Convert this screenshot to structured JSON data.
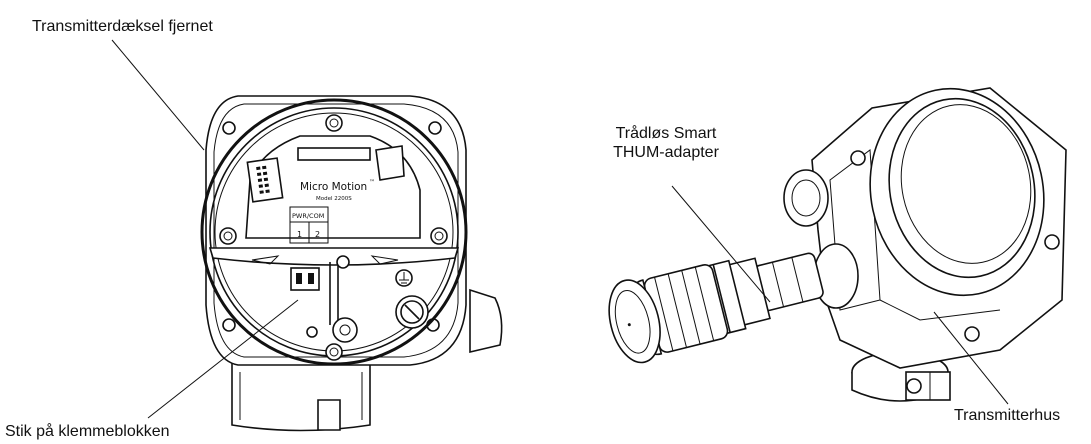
{
  "labels": {
    "cover_removed": "Transmitterdæksel fjernet",
    "terminal_plug": "Stik på klemmeblokken",
    "thum_adapter_line1": "Trådløs Smart",
    "thum_adapter_line2": "THUM-adapter",
    "transmitter_housing": "Transmitterhus"
  },
  "device_markings": {
    "brand": "Micro Motion",
    "trademark": "™",
    "model": "Model 2200S",
    "terminal_header": "PWR/COM",
    "terminal_1": "1",
    "terminal_2": "2"
  }
}
